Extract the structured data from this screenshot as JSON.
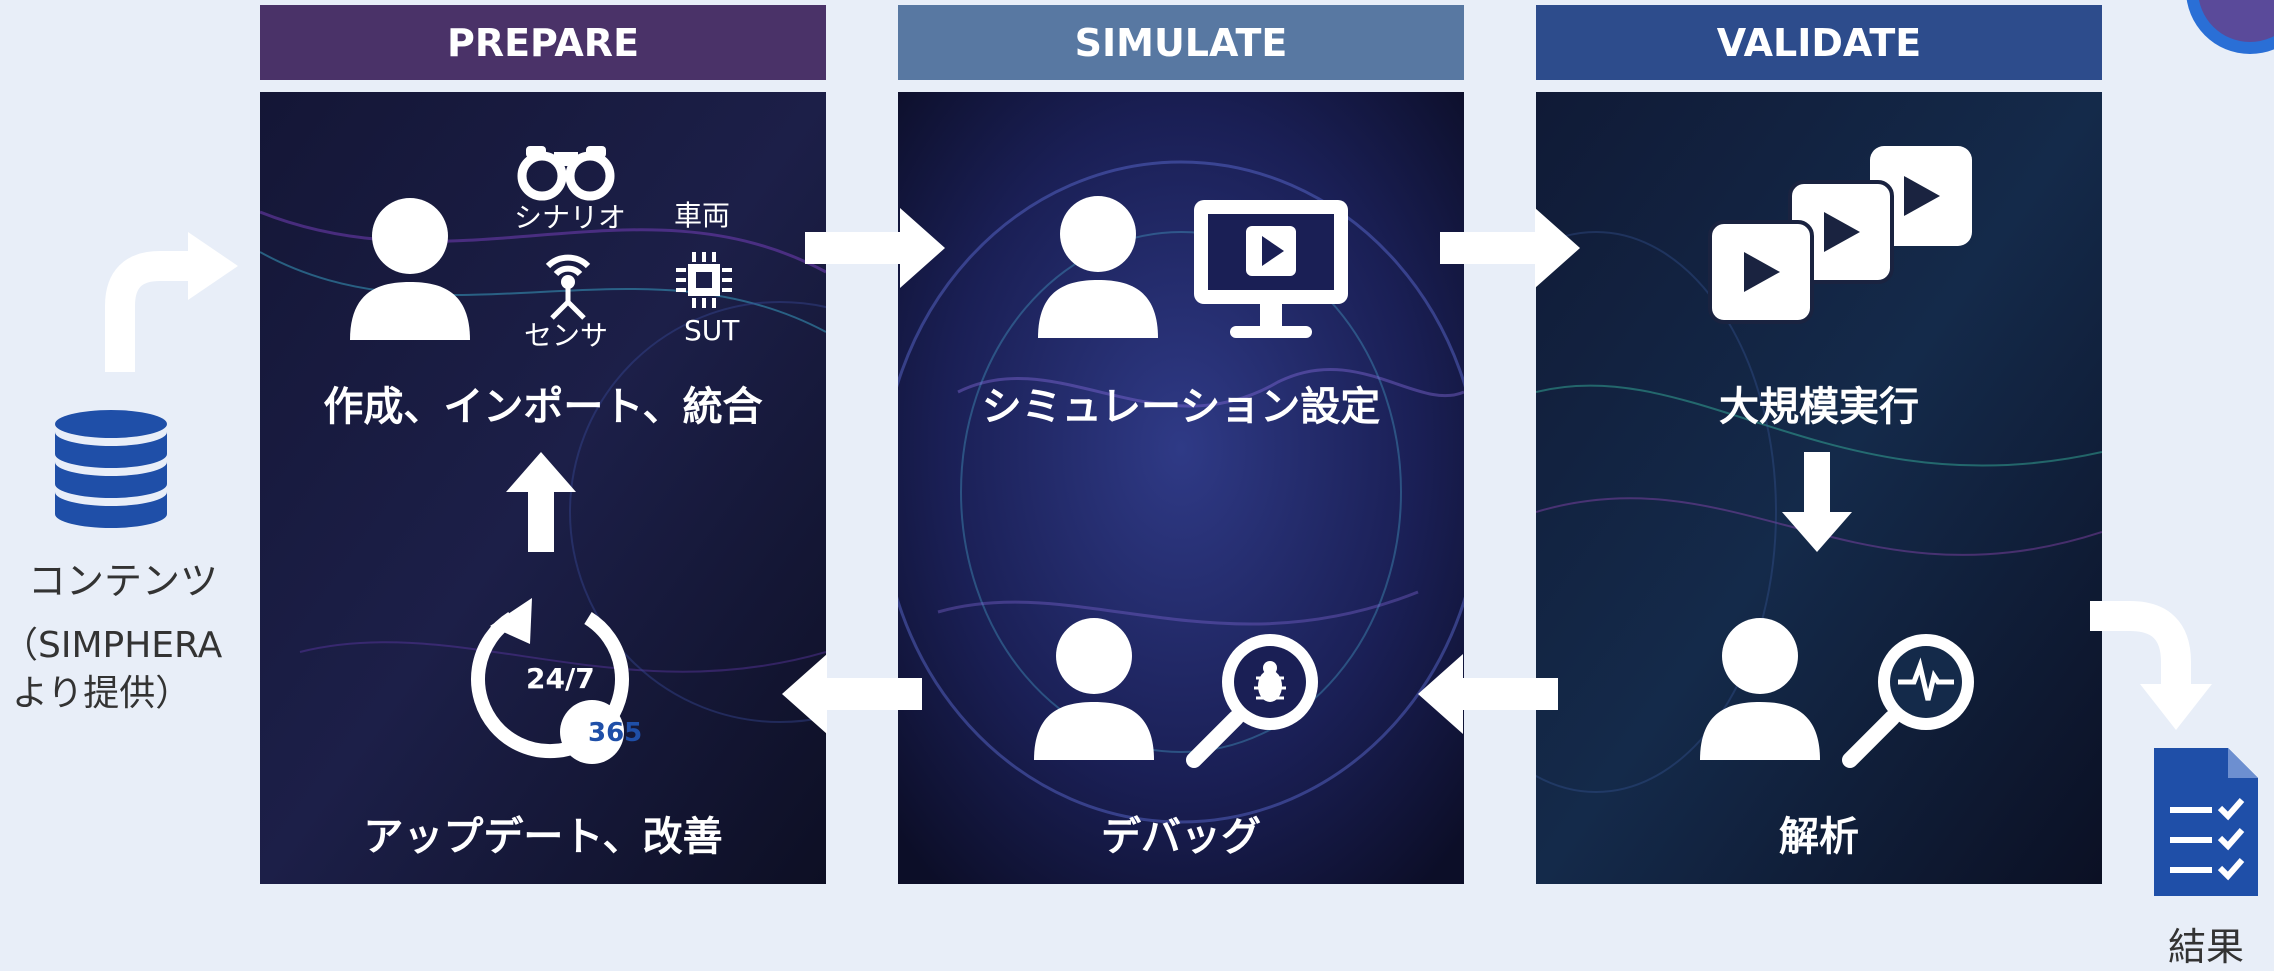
{
  "phases": [
    {
      "title": "PREPARE",
      "color": "#4a3268"
    },
    {
      "title": "SIMULATE",
      "color": "#5878a2"
    },
    {
      "title": "VALIDATE",
      "color": "#2d4c8c"
    }
  ],
  "prepare": {
    "icon_labels": {
      "scenario": "シナリオ",
      "vehicle": "車両",
      "sensor": "センサ",
      "sut": "SUT"
    },
    "main_label": "作成、インポート、統合",
    "bottom_label": "アップデート、改善",
    "cycle_top": "24/7",
    "cycle_badge": "365"
  },
  "simulate": {
    "main_label": "シミュレーション設定",
    "bottom_label": "デバッグ"
  },
  "validate": {
    "main_label": "大規模実行",
    "bottom_label": "解析"
  },
  "content_source": {
    "line1": "コンテンツ",
    "line2": "（SIMPHERA",
    "line3": "より提供）"
  },
  "result": {
    "label": "結果"
  },
  "icons": [
    "database-icon",
    "person-icon",
    "binoculars-icon",
    "antenna-icon",
    "chip-icon",
    "monitor-play-icon",
    "play-stack-icon",
    "cycle-icon",
    "bug-magnifier-icon",
    "waveform-magnifier-icon",
    "checklist-document-icon"
  ]
}
